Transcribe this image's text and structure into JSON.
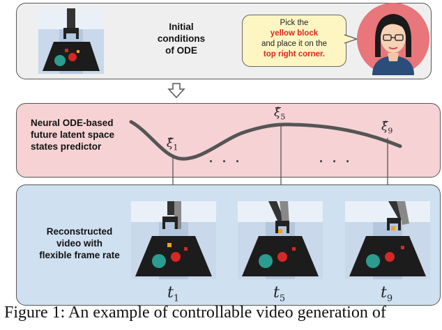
{
  "top": {
    "title_line1": "Initial",
    "title_line2": "conditions",
    "title_line3": "of ODE"
  },
  "speech": {
    "line1": "Pick the",
    "line2": "yellow block",
    "line3": "and place it on the",
    "line4": "top right corner."
  },
  "middle": {
    "line1": "Neural ODE-based",
    "line2": "future latent space",
    "line3": "states predictor",
    "xi_labels": [
      "ξ̂",
      "ξ̂",
      "ξ̂"
    ],
    "xi_subs": [
      "1",
      "5",
      "9"
    ],
    "dots": [
      "· · ·",
      "· · ·"
    ]
  },
  "bottom": {
    "line1": "Reconstructed",
    "line2": "video with",
    "line3": "flexible frame rate",
    "t_labels": [
      "t",
      "t",
      "t"
    ],
    "t_subs": [
      "1",
      "5",
      "9"
    ]
  },
  "caption": "Figure 1: An example of controllable video generation of",
  "colors": {
    "top_panel": "#efefef",
    "mid_panel": "#f6d2d4",
    "bot_panel": "#cfe0f1",
    "bubble": "#fdf6c3",
    "highlight": "#e0271c",
    "avatar_bg": "#e8767a"
  }
}
